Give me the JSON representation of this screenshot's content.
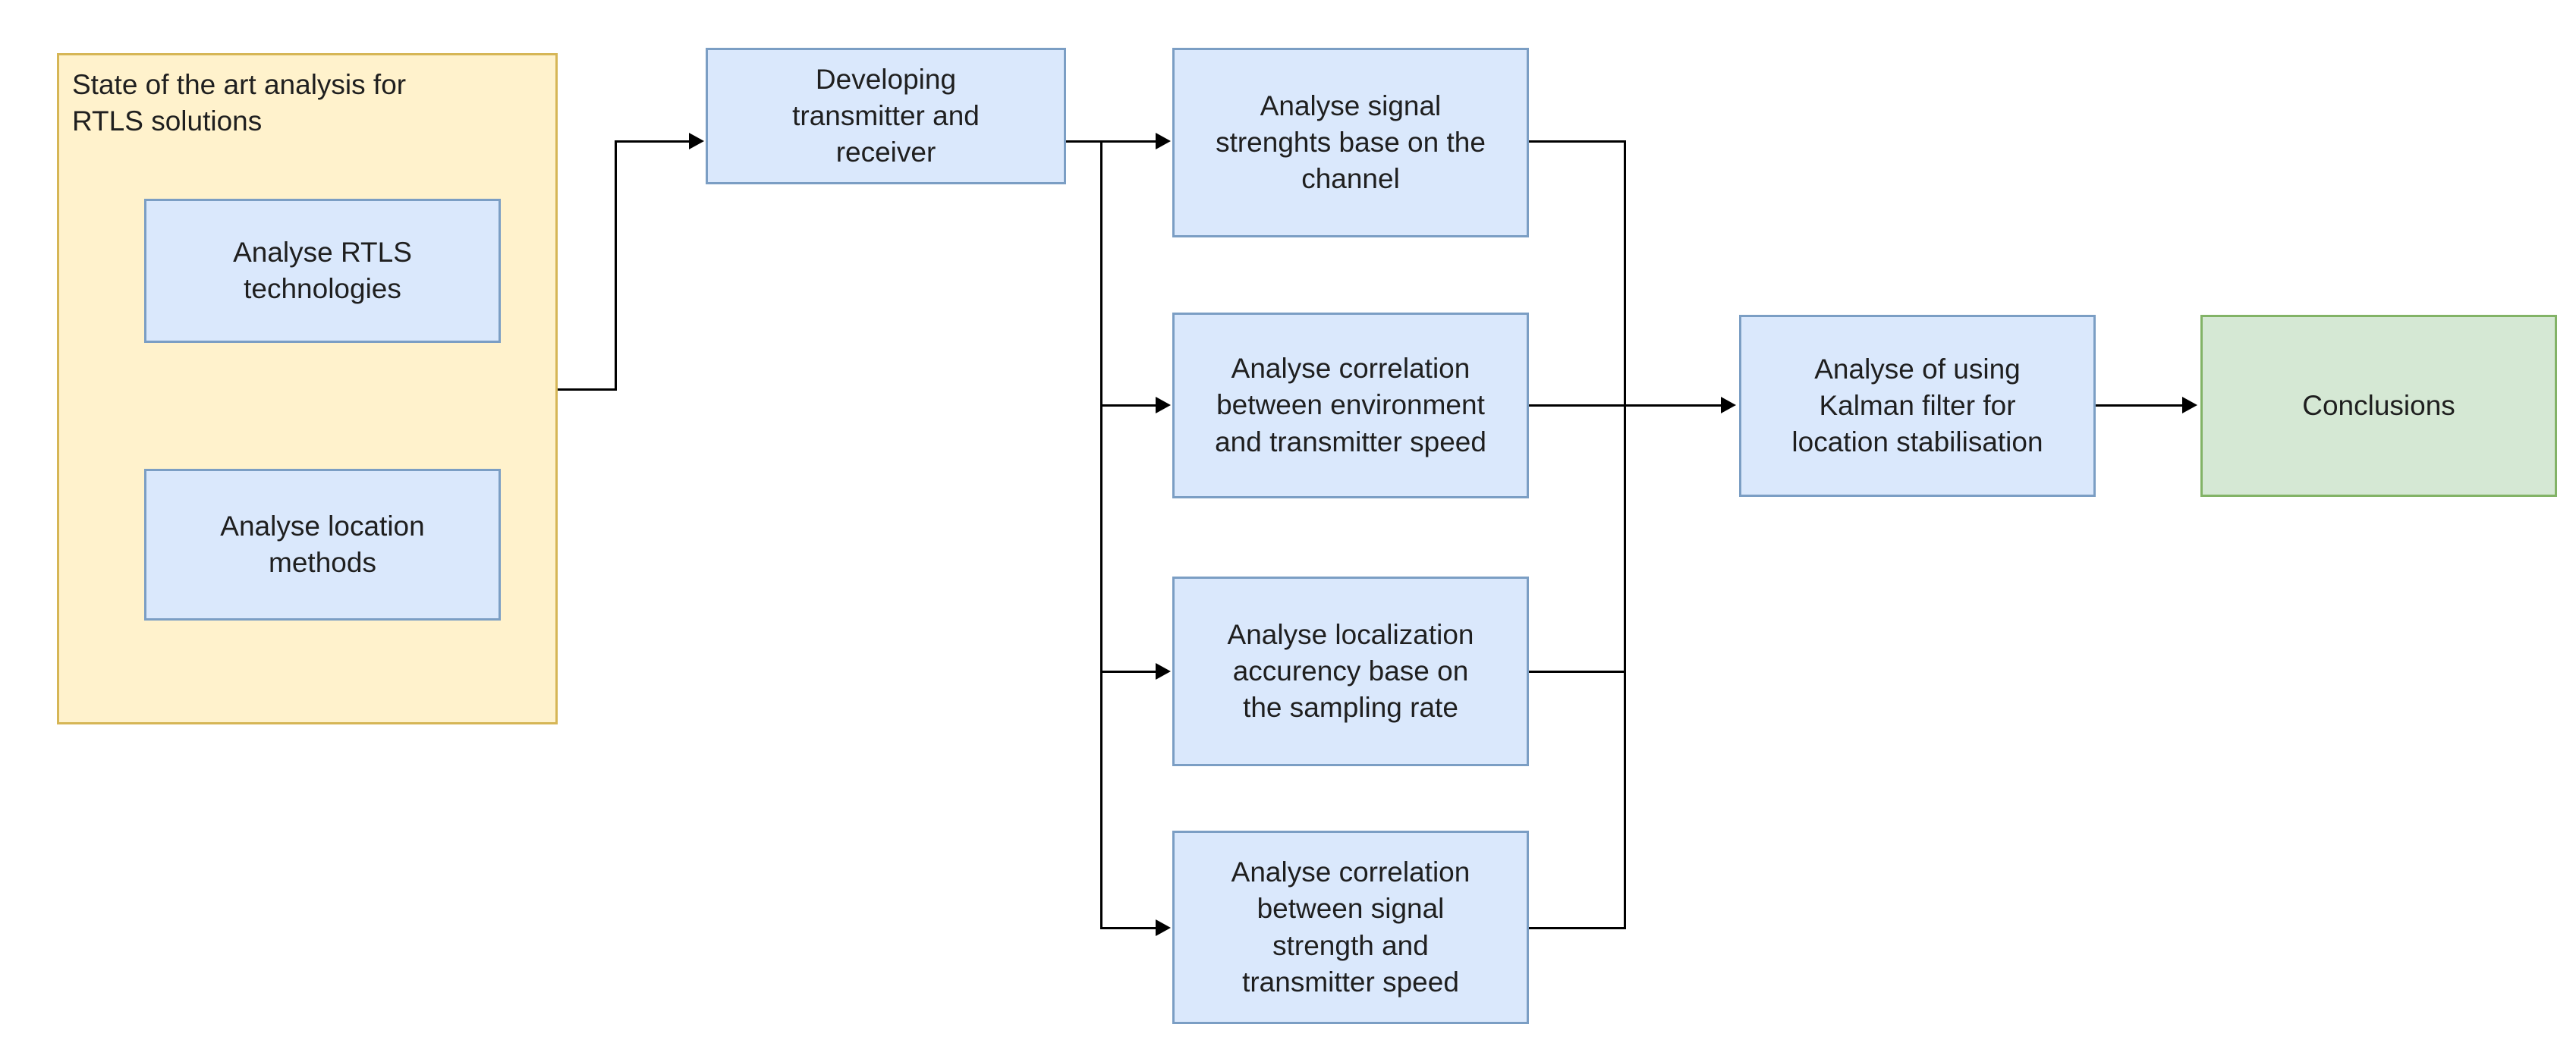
{
  "diagram": {
    "type": "flowchart",
    "title_text": "State of the art analysis for RTLS solutions",
    "colors": {
      "process_fill": "#dae8fc",
      "process_border": "#7b9ec4",
      "terminator_fill": "#d5e8d4",
      "terminator_border": "#82b366",
      "group_fill": "#fff2cc",
      "group_border": "#d6b656",
      "edge": "#000000",
      "text": "#1f1f1f"
    },
    "group": {
      "label": "State of the art analysis for\nRTLS solutions",
      "children": [
        {
          "label": "Analyse RTLS\ntechnologies"
        },
        {
          "label": "Analyse location\nmethods"
        }
      ]
    },
    "nodes": [
      {
        "id": "develop",
        "label": "Developing\ntransmitter and\nreceiver"
      },
      {
        "id": "signal_strength",
        "label": "Analyse signal\nstrenghts base on the\nchannel"
      },
      {
        "id": "env_speed",
        "label": "Analyse correlation\nbetween environment\nand transmitter speed"
      },
      {
        "id": "sampling_rate",
        "label": "Analyse localization\naccurency base on\nthe sampling rate"
      },
      {
        "id": "signal_speed",
        "label": "Analyse correlation\nbetween signal\nstrength and\ntransmitter speed"
      },
      {
        "id": "kalman",
        "label": "Analyse of using\nKalman filter for\nlocation stabilisation"
      },
      {
        "id": "conclusions",
        "label": "Conclusions"
      }
    ],
    "edges": [
      {
        "from": "group",
        "to": "develop"
      },
      {
        "from": "develop",
        "to": "signal_strength"
      },
      {
        "from": "develop",
        "to": "env_speed"
      },
      {
        "from": "develop",
        "to": "sampling_rate"
      },
      {
        "from": "develop",
        "to": "signal_speed"
      },
      {
        "from": "signal_strength",
        "to": "kalman"
      },
      {
        "from": "env_speed",
        "to": "kalman"
      },
      {
        "from": "sampling_rate",
        "to": "kalman"
      },
      {
        "from": "signal_speed",
        "to": "kalman"
      },
      {
        "from": "kalman",
        "to": "conclusions"
      }
    ]
  }
}
